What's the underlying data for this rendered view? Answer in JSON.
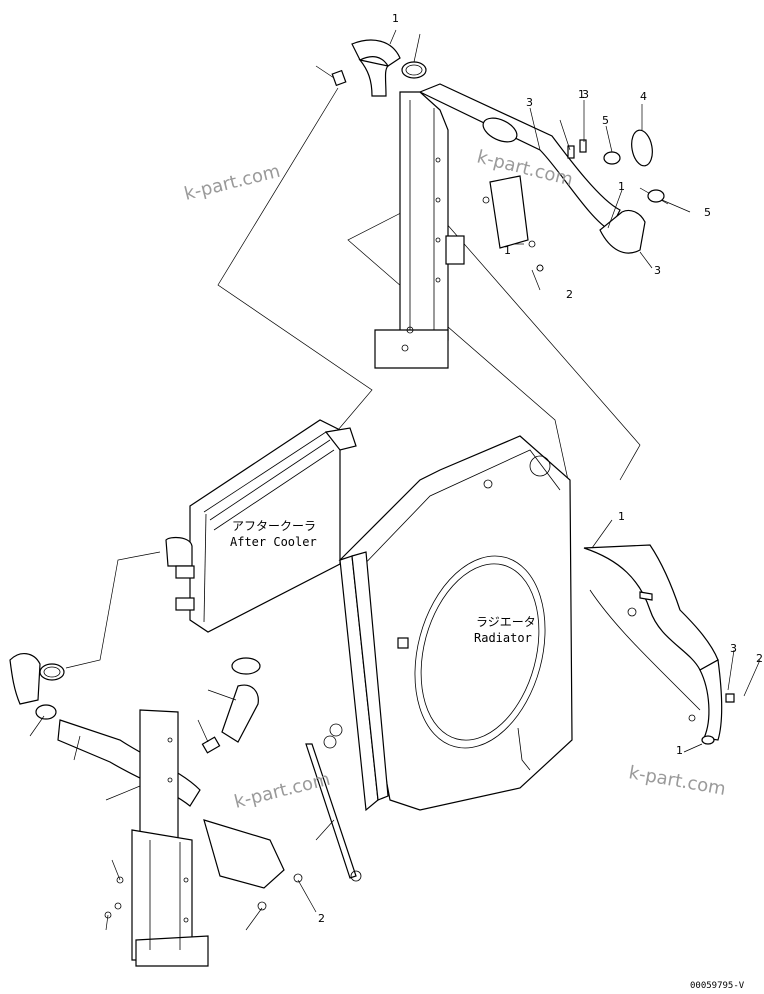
{
  "labels": {
    "aftercooler_jp": "アフタークーラ",
    "aftercooler_en": "After Cooler",
    "radiator_jp": "ラジエータ",
    "radiator_en": "Radiator"
  },
  "watermarks": [
    "k-part.com",
    "k-part.com",
    "k-part.com",
    "k-part.com"
  ],
  "callouts": {
    "c1": "1",
    "c2": "1",
    "c3": "3",
    "c4": "3",
    "c5": "1",
    "c6": "4",
    "c7": "5",
    "c8": "3",
    "c9": "5",
    "c10": "1",
    "c11": "2",
    "c12": "1",
    "c13": "3",
    "c14": "2",
    "c15": "1",
    "c16": "2"
  },
  "doc_id": "00059795-V"
}
